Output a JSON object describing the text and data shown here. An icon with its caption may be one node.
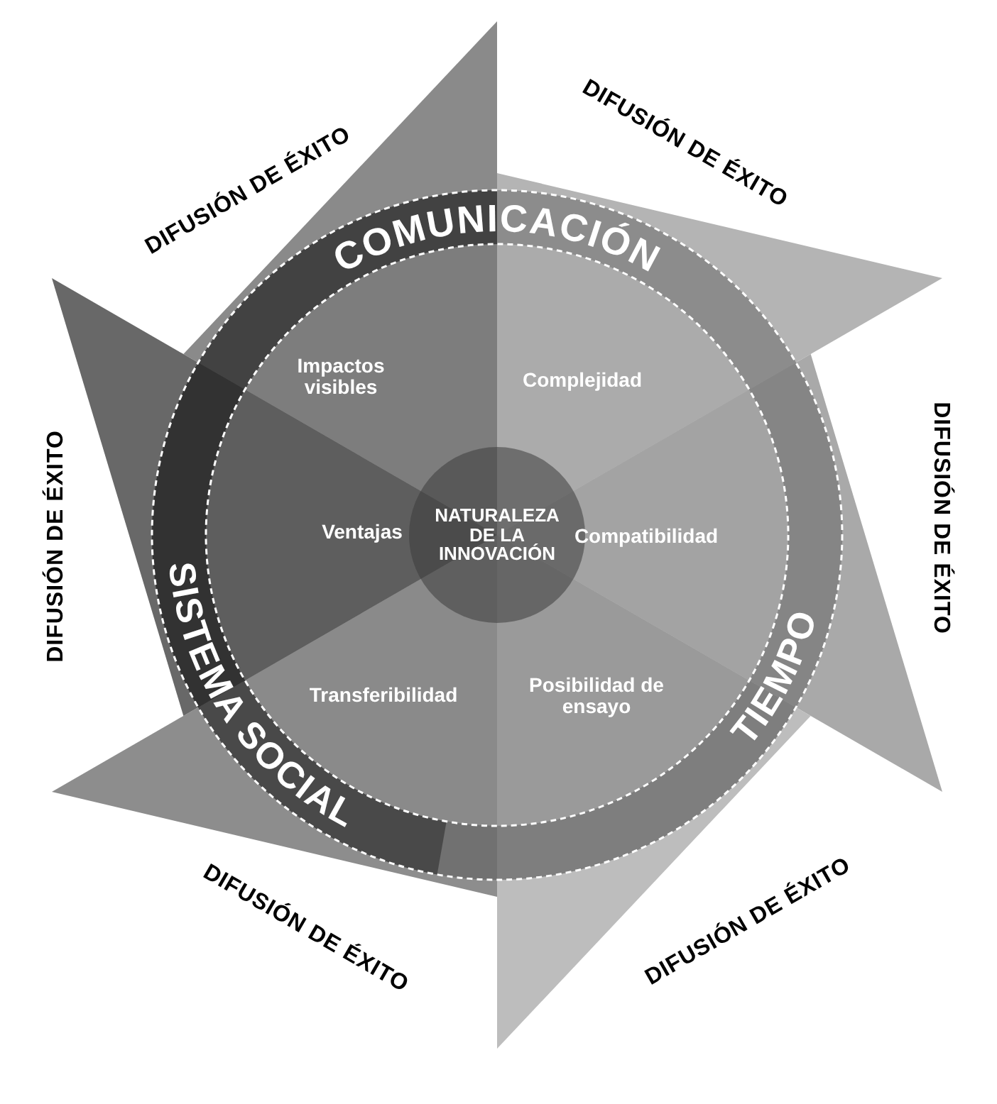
{
  "diagram": {
    "nodes": [
      {
        "text": [
          "NATURALEZA DE LA INNOVACIÓN"
        ]
      },
      {
        "text": [
          "Impactos visibles"
        ]
      },
      {
        "text": [
          "Complejidad"
        ]
      },
      {
        "text": [
          "Ventajas"
        ]
      },
      {
        "text": [
          "Compatibilidad"
        ]
      },
      {
        "text": [
          "Transferibilidad"
        ]
      },
      {
        "text": [
          "Posibilidad de ensayo"
        ]
      }
    ],
    "labels": [
      "DIFUSIÓN DE ÉXITO",
      "DIFUSIÓN DE ÉXITO",
      "COMUNICACIÓN",
      "DIFUSIÓN DE ÉXITO",
      "DIFUSIÓN DE ÉXITO",
      "SISTEMA SOCIAL",
      "TIEMPO",
      "DIFUSIÓN DE ÉXITO",
      "DIFUSIÓN DE ÉXITO"
    ]
  }
}
